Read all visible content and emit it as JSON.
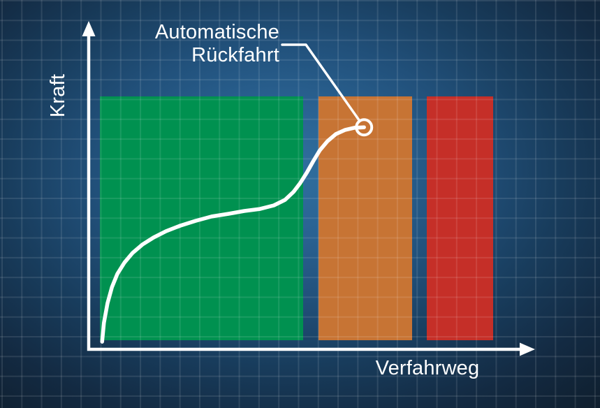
{
  "colors": {
    "background_center": "#2f6fa5",
    "background_edge": "#101d2b",
    "grid_line_alpha_white": "0.10",
    "zone_green": "#009150",
    "zone_orange": "#c77434",
    "zone_red": "#c52f28",
    "stroke_white": "#ffffff"
  },
  "labels": {
    "y_axis": "Kraft",
    "x_axis": "Verfahrweg",
    "annotation_line1": "Automatische",
    "annotation_line2": "Rückfahrt"
  },
  "chart_data": {
    "type": "line",
    "title": "",
    "xlabel": "Verfahrweg",
    "ylabel": "Kraft",
    "x_range": [
      0,
      1
    ],
    "y_range": [
      0,
      1
    ],
    "grid": true,
    "ticks": "none",
    "zones": [
      {
        "name": "green-zone",
        "color": "#009150",
        "x0": 0.025,
        "x1": 0.48,
        "y0": 0.036,
        "y1": 1.0
      },
      {
        "name": "orange-zone",
        "color": "#c77434",
        "x0": 0.514,
        "x1": 0.723,
        "y0": 0.036,
        "y1": 1.0
      },
      {
        "name": "red-zone",
        "color": "#c52f28",
        "x0": 0.756,
        "x1": 0.905,
        "y0": 0.036,
        "y1": 1.0
      }
    ],
    "series": [
      {
        "name": "force-vs-travel-curve",
        "color": "#ffffff",
        "points": [
          [
            0.03,
            0.03
          ],
          [
            0.034,
            0.105
          ],
          [
            0.042,
            0.182
          ],
          [
            0.052,
            0.246
          ],
          [
            0.064,
            0.298
          ],
          [
            0.08,
            0.343
          ],
          [
            0.098,
            0.381
          ],
          [
            0.12,
            0.414
          ],
          [
            0.145,
            0.442
          ],
          [
            0.173,
            0.467
          ],
          [
            0.205,
            0.489
          ],
          [
            0.239,
            0.508
          ],
          [
            0.275,
            0.525
          ],
          [
            0.313,
            0.536
          ],
          [
            0.348,
            0.547
          ],
          [
            0.383,
            0.555
          ],
          [
            0.414,
            0.569
          ],
          [
            0.439,
            0.591
          ],
          [
            0.458,
            0.622
          ],
          [
            0.473,
            0.657
          ],
          [
            0.488,
            0.699
          ],
          [
            0.502,
            0.743
          ],
          [
            0.517,
            0.787
          ],
          [
            0.534,
            0.823
          ],
          [
            0.553,
            0.851
          ],
          [
            0.573,
            0.867
          ],
          [
            0.594,
            0.876
          ],
          [
            0.616,
            0.878
          ]
        ]
      }
    ],
    "annotations": [
      {
        "label": "Automatische Rückfahrt",
        "target": [
          0.616,
          0.878
        ],
        "marker": "open-circle"
      }
    ]
  }
}
